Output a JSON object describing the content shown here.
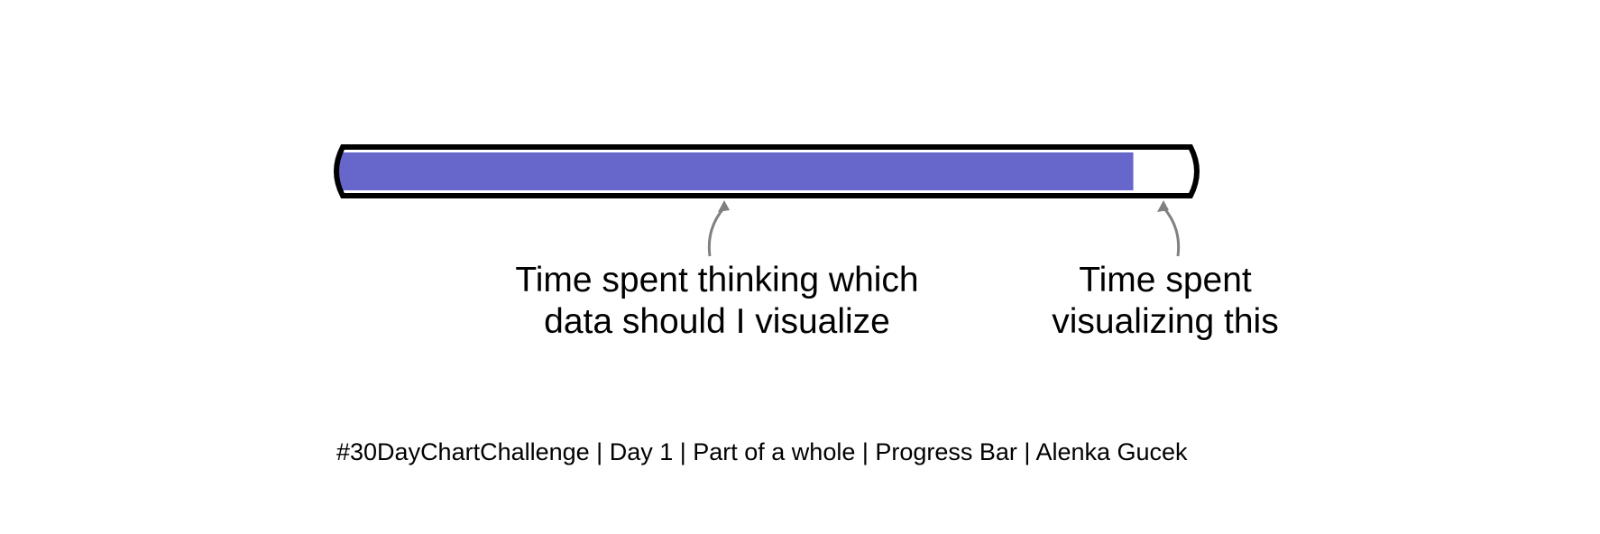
{
  "chart_data": {
    "type": "bar",
    "variant": "progress-bar",
    "categories": [
      "Time spent thinking which data should I visualize",
      "Time spent visualizing this"
    ],
    "values": [
      0.92,
      0.08
    ],
    "ylim": [
      0,
      1
    ],
    "annotations": [
      {
        "lines": [
          "Time spent thinking which",
          "data should I visualize"
        ]
      },
      {
        "lines": [
          "Time spent",
          "visualizing this"
        ]
      }
    ],
    "caption": "#30DayChartChallenge | Day 1 | Part of a whole | Progress Bar | Alenka Gucek",
    "colors": {
      "fill": "#6767cb",
      "track": "#ffffff",
      "outline": "#000000",
      "arrow": "#808080"
    },
    "grid": false,
    "legend": "none"
  }
}
